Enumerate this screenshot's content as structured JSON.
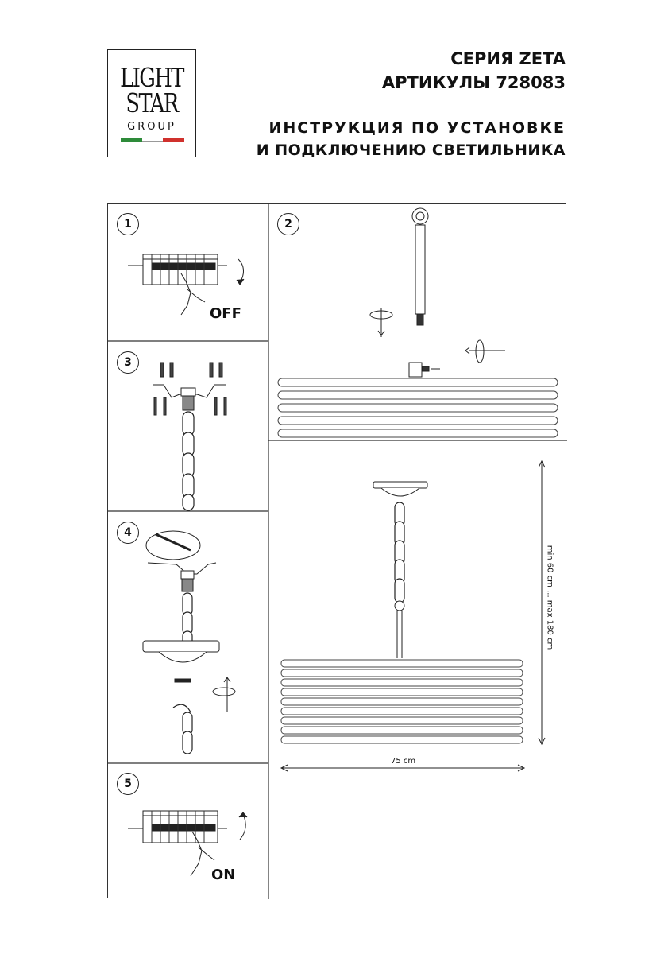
{
  "logo": {
    "line1": "LIGHT",
    "line2": "STAR",
    "line3": "GROUP",
    "flag_colors": [
      "#2e8b3a",
      "#ffffff",
      "#d0312d"
    ]
  },
  "header": {
    "series": "СЕРИЯ ZETA",
    "article": "АРТИКУЛЫ 728083",
    "instruction_line1": "ИНСТРУКЦИЯ ПО УСТАНОВКЕ",
    "instruction_line2": "И ПОДКЛЮЧЕНИЮ СВЕТИЛЬНИКА"
  },
  "steps": [
    {
      "number": "1",
      "label": "OFF"
    },
    {
      "number": "2"
    },
    {
      "number": "3"
    },
    {
      "number": "4"
    },
    {
      "number": "5",
      "label": "ON"
    }
  ],
  "dimensions": {
    "height": "min 60 cm ... max 180 cm",
    "width": "75 cm"
  }
}
